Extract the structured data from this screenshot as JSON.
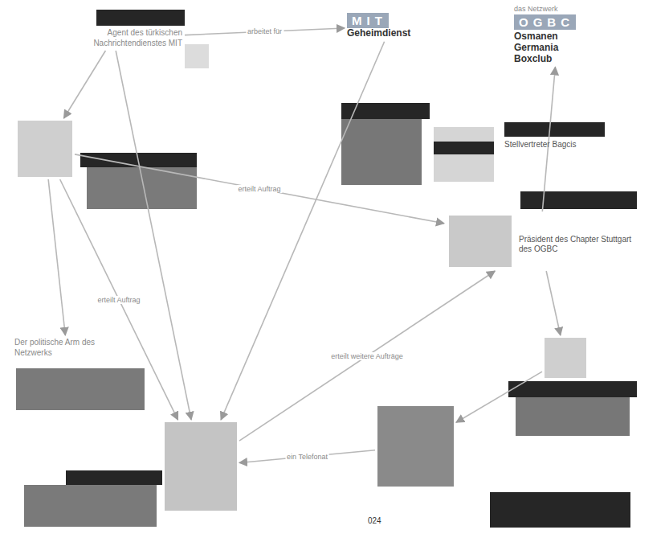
{
  "diagram": {
    "nodes": [
      {
        "text": [
          "Agent des türkischen Nachrichtendienstes MIT"
        ]
      },
      {
        "text": [
          "MIT",
          "Geheimdienst"
        ]
      },
      {
        "text": [
          "das Netzwerk",
          "OGBC",
          "Osmanen Germania Boxclub"
        ]
      },
      {
        "text": []
      },
      {
        "text": [
          "Stellvertreter Bagcis"
        ]
      },
      {
        "text": [
          "Präsident des Chapter Stuttgart des OGBC"
        ]
      },
      {
        "text": [
          "Der politische Arm des Netzwerks"
        ]
      },
      {
        "text": []
      },
      {
        "text": []
      },
      {
        "text": []
      }
    ],
    "edges": [
      {
        "from": 0,
        "to": 1,
        "label": "arbeitet für",
        "arrow": "to"
      },
      {
        "from": 0,
        "to": 3,
        "arrow": "to"
      },
      {
        "from": 0,
        "to": 7,
        "arrow": "to"
      },
      {
        "from": 1,
        "to": 7,
        "arrow": "to"
      },
      {
        "from": 3,
        "to": 5,
        "label": "erteilt Auftrag",
        "arrow": "to"
      },
      {
        "from": 3,
        "to": 6,
        "arrow": "to"
      },
      {
        "from": 3,
        "to": 7,
        "label": "erteilt Auftrag",
        "arrow": "to"
      },
      {
        "from": 7,
        "to": 5,
        "label": "erteilt weitere Aufträge",
        "arrow": "to"
      },
      {
        "from": 5,
        "to": 2,
        "arrow": "to"
      },
      {
        "from": 5,
        "to": 9,
        "arrow": "to"
      },
      {
        "from": 9,
        "to": 8,
        "arrow": "to"
      },
      {
        "from": 8,
        "to": 7,
        "label": "ein Telefonat",
        "arrow": "to"
      }
    ],
    "labels": [
      "024"
    ]
  }
}
